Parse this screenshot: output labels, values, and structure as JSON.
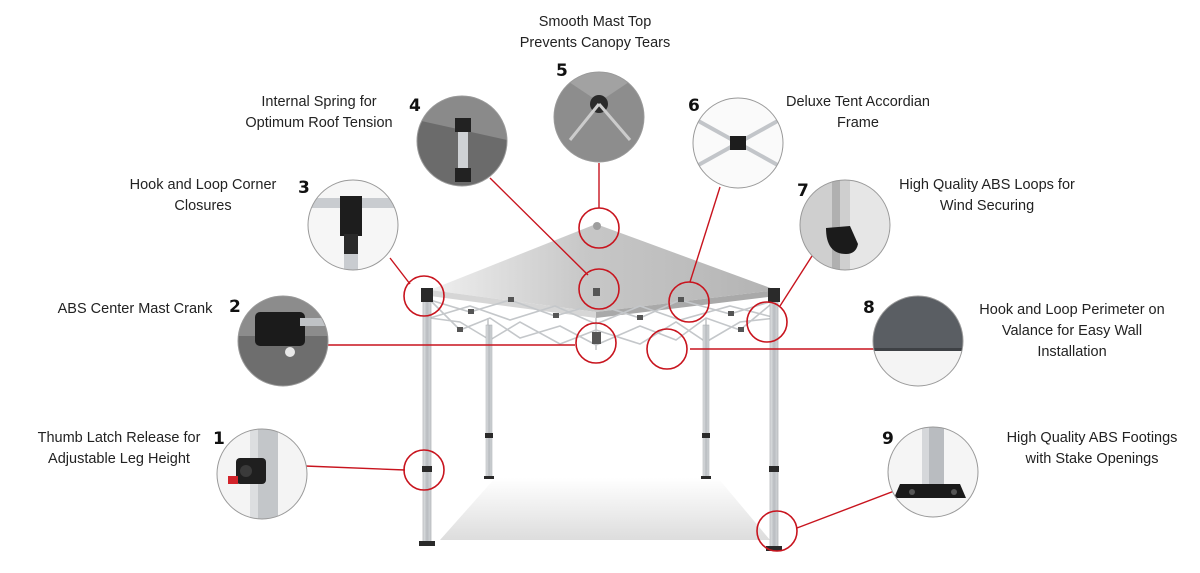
{
  "colors": {
    "callout_red": "#c8141e",
    "frame_silver": "#c9cccf",
    "canopy_gray": "#bdbdbd",
    "plastic_black": "#1f1f1f"
  },
  "features": [
    {
      "number": "1",
      "lines": [
        "Thumb Latch Release for",
        "Adjustable Leg Height"
      ]
    },
    {
      "number": "2",
      "lines": [
        "ABS Center Mast Crank"
      ]
    },
    {
      "number": "3",
      "lines": [
        "Hook and Loop Corner",
        "Closures"
      ]
    },
    {
      "number": "4",
      "lines": [
        "Internal Spring for",
        "Optimum Roof Tension"
      ]
    },
    {
      "number": "5",
      "lines": [
        "Smooth Mast Top",
        "Prevents Canopy Tears"
      ]
    },
    {
      "number": "6",
      "lines": [
        "Deluxe Tent Accordian",
        "Frame"
      ]
    },
    {
      "number": "7",
      "lines": [
        "High Quality ABS Loops for",
        "Wind Securing"
      ]
    },
    {
      "number": "8",
      "lines": [
        "Hook and Loop Perimeter on",
        "Valance for Easy Wall",
        "Installation"
      ]
    },
    {
      "number": "9",
      "lines": [
        "High Quality ABS Footings",
        "with Stake Openings"
      ]
    }
  ]
}
